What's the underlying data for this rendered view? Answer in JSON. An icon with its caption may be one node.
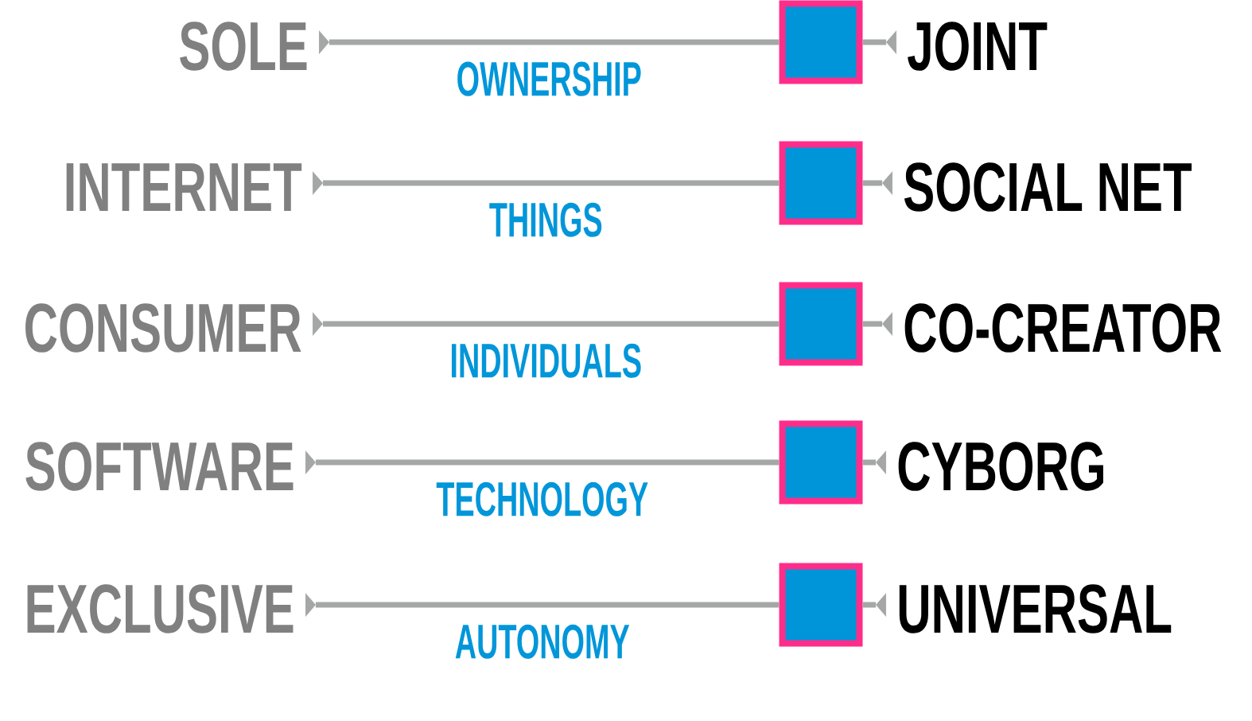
{
  "diagram": {
    "nodes": [
      {
        "text": [
          "SOLE"
        ]
      },
      {
        "text": [],
        "shape": "box"
      },
      {
        "text": [
          "JOINT"
        ]
      },
      {
        "text": [
          "INTERNET"
        ]
      },
      {
        "text": [],
        "shape": "box"
      },
      {
        "text": [
          "SOCIAL NET"
        ]
      },
      {
        "text": [
          "CONSUMER"
        ]
      },
      {
        "text": [],
        "shape": "box"
      },
      {
        "text": [
          "CO-CREATOR"
        ]
      },
      {
        "text": [
          "SOFTWARE"
        ]
      },
      {
        "text": [],
        "shape": "box"
      },
      {
        "text": [
          "CYBORG"
        ]
      },
      {
        "text": [
          "EXCLUSIVE"
        ]
      },
      {
        "text": [],
        "shape": "box"
      },
      {
        "text": [
          "UNIVERSAL"
        ]
      }
    ],
    "edges": [
      {
        "from": 0,
        "to": 1,
        "arrow": "to",
        "label": "OWNERSHIP"
      },
      {
        "from": 2,
        "to": 1,
        "arrow": "to"
      },
      {
        "from": 3,
        "to": 4,
        "arrow": "to",
        "label": "THINGS"
      },
      {
        "from": 5,
        "to": 4,
        "arrow": "to"
      },
      {
        "from": 6,
        "to": 7,
        "arrow": "to",
        "label": "INDIVIDUALS"
      },
      {
        "from": 8,
        "to": 7,
        "arrow": "to"
      },
      {
        "from": 9,
        "to": 10,
        "arrow": "to",
        "label": "TECHNOLOGY"
      },
      {
        "from": 11,
        "to": 10,
        "arrow": "to"
      },
      {
        "from": 12,
        "to": 13,
        "arrow": "to",
        "label": "AUTONOMY"
      },
      {
        "from": 14,
        "to": 13,
        "arrow": "to"
      }
    ]
  }
}
